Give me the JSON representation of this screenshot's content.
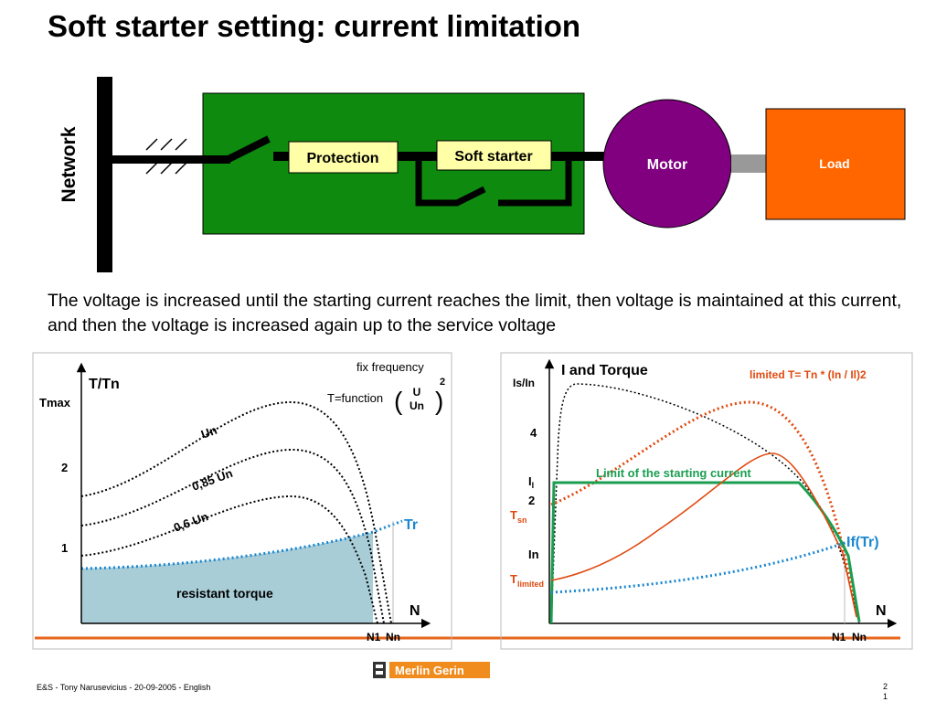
{
  "title": "Soft starter setting: current limitation",
  "paragraph": "The voltage is increased until the starting current reaches the limit, then voltage is maintained at this current, and then the voltage is increased again up to the service voltage",
  "footer": "E&S - Tony Narusevicius - 20-09-2005 - English",
  "page_number_line1": "2",
  "page_number_line2": "1",
  "logo_text": "Merlin Gerin",
  "colors": {
    "panel_green": "#0e8a0e",
    "box_yellow": "#ffffa8",
    "motor_purple": "#800080",
    "load_orange": "#ff6600",
    "resistant_fill": "#a8cdd6",
    "tr_blue": "#1a87d0",
    "limit_green": "#1a9e50",
    "torque_red": "#e04a10"
  },
  "diagram": {
    "network_label": "Network",
    "protection_label": "Protection",
    "softstarter_label": "Soft starter",
    "motor_label": "Motor",
    "load_label": "Load"
  },
  "left_chart": {
    "y_title": "T/Tn",
    "tmax": "Tmax",
    "tick_2": "2",
    "tick_1": "1",
    "fix_frequency": "fix frequency",
    "formula_lhs": "T=function",
    "formula_num": "U",
    "formula_den": "Un",
    "formula_exp": "2",
    "curve_un": "Un",
    "curve_085": "0,85 Un",
    "curve_06": "0,6 Un",
    "tr_label": "Tr",
    "resistant_label": "resistant torque",
    "x_label": "N",
    "n1": "N1",
    "nn": "Nn"
  },
  "right_chart": {
    "title": "I and Torque",
    "formula": "limited T= Tn * (In / Il)2",
    "is_in": "Is/In",
    "tick_4": "4",
    "il": "I",
    "il_sub": "l",
    "tick_2": "2",
    "tsn": "T",
    "tsn_sub": "sn",
    "in_label": "In",
    "tlimited": "T",
    "tlimited_sub": "limited",
    "limit_label": "Limit of the starting current",
    "iftr": "If(Tr)",
    "x_label": "N",
    "n1": "N1",
    "nn": "Nn"
  }
}
